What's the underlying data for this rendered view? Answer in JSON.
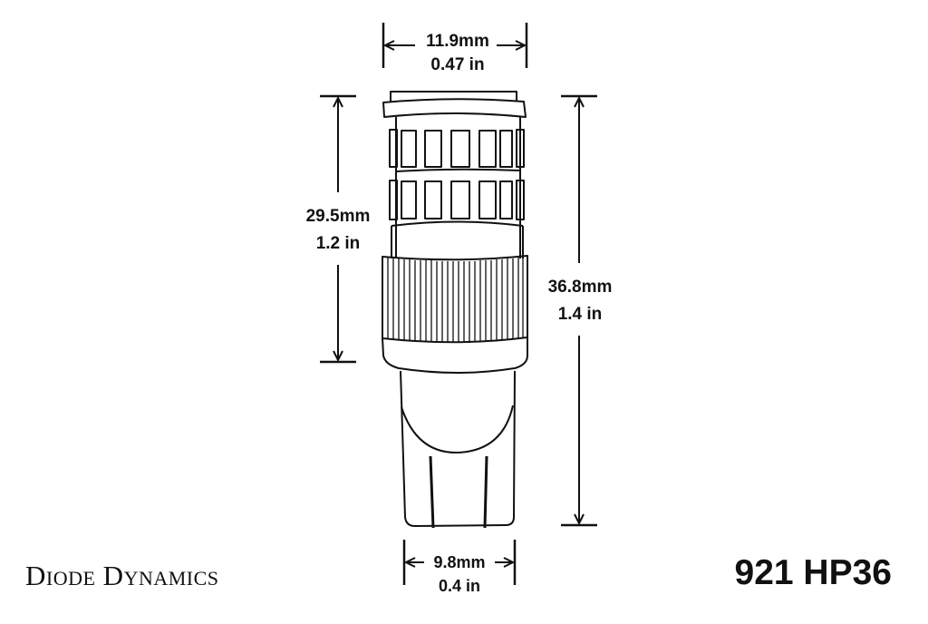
{
  "diagram": {
    "subject": "921 HP36 LED bulb dimensions",
    "colors": {
      "line": "#111111",
      "background": "#ffffff"
    },
    "dimensions": {
      "top_width": {
        "mm": "11.9mm",
        "in": "0.47 in"
      },
      "body_height": {
        "mm": "29.5mm",
        "in": "1.2 in"
      },
      "overall_height": {
        "mm": "36.8mm",
        "in": "1.4 in"
      },
      "base_width": {
        "mm": "9.8mm",
        "in": "0.4 in"
      }
    }
  },
  "footer": {
    "brand": "Diode Dynamics",
    "model": "921 HP36"
  }
}
